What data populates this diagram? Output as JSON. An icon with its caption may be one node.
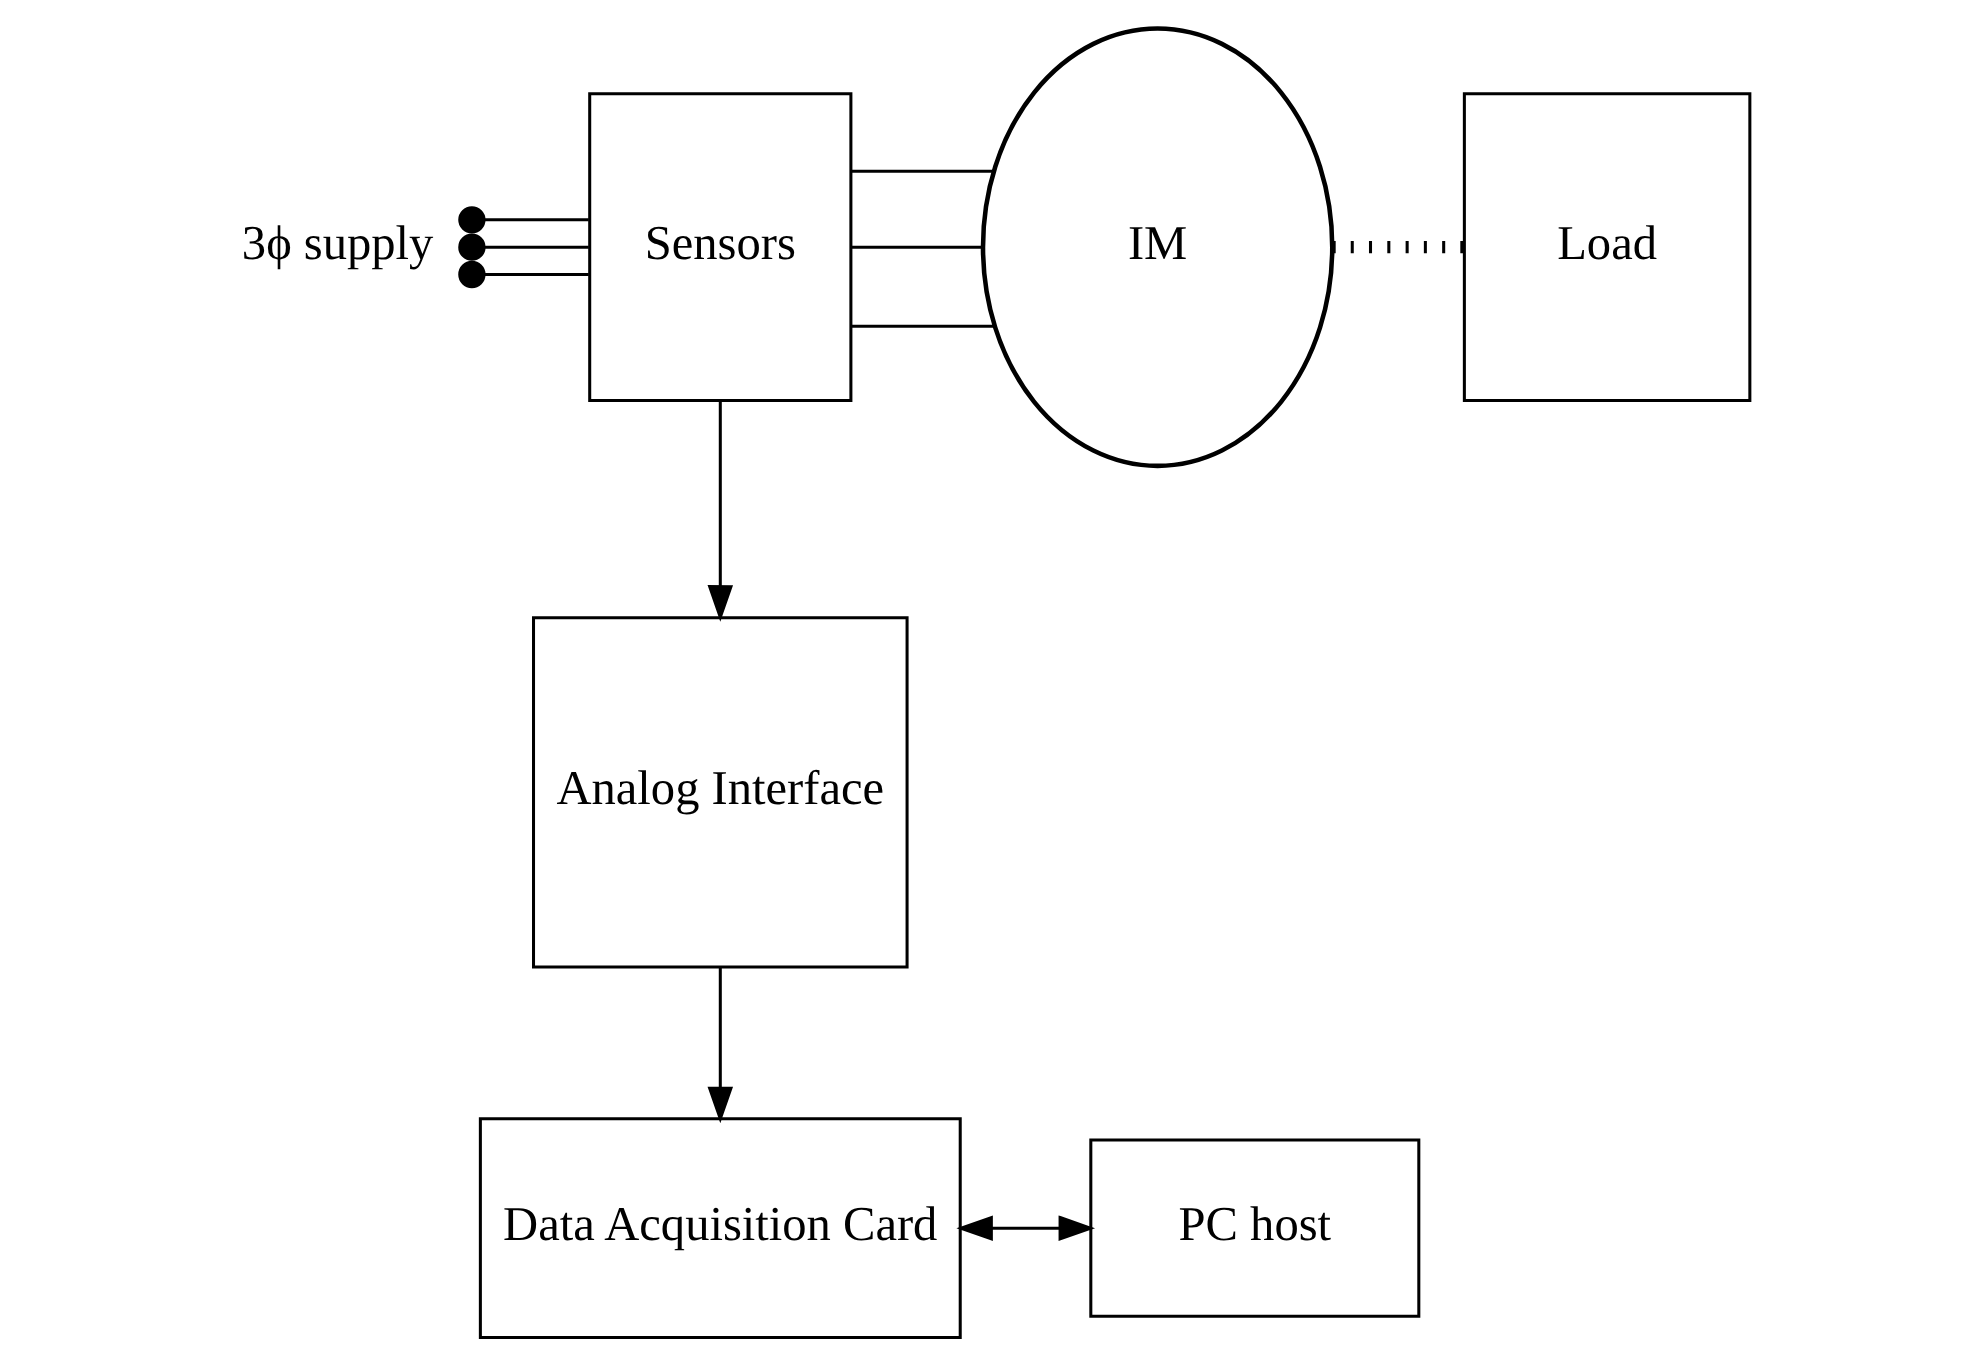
{
  "diagram": {
    "nodes": [
      {
        "text": [
          "3ϕ supply"
        ]
      },
      {
        "text": [
          "Sensors"
        ]
      },
      {
        "text": [
          "IM"
        ]
      },
      {
        "text": [
          "Load"
        ]
      },
      {
        "text": [
          "Analog Interface"
        ]
      },
      {
        "text": [
          "Data Acquisition Card"
        ]
      },
      {
        "text": [
          "PC host"
        ]
      }
    ],
    "edges": [
      {
        "from": 0,
        "to": 1,
        "arrow": "other"
      },
      {
        "from": 0,
        "to": 1,
        "arrow": "other"
      },
      {
        "from": 0,
        "to": 1,
        "arrow": "other"
      },
      {
        "from": 1,
        "to": 2,
        "arrow": "none"
      },
      {
        "from": 1,
        "to": 2,
        "arrow": "none"
      },
      {
        "from": 1,
        "to": 2,
        "arrow": "none"
      },
      {
        "from": 2,
        "to": 3,
        "arrow": "none",
        "style": "dashed"
      },
      {
        "from": 1,
        "to": 4,
        "arrow": "to"
      },
      {
        "from": 4,
        "to": 5,
        "arrow": "to"
      },
      {
        "from": 5,
        "to": 6,
        "arrow": "both"
      }
    ]
  }
}
